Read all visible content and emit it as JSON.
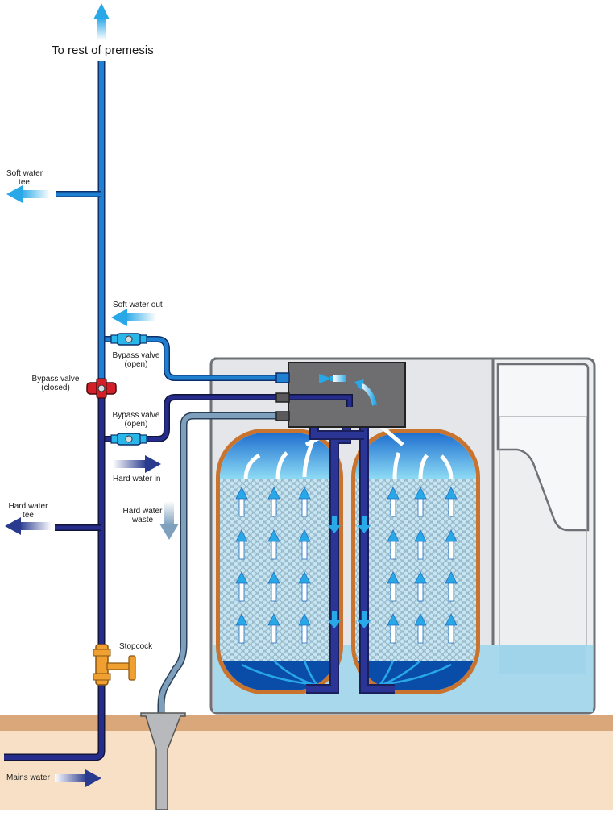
{
  "labels": {
    "rest_of_premises": "To rest of premesis",
    "soft_water_tee_1": "Soft water",
    "soft_water_tee_2": "tee",
    "soft_water_out": "Soft water out",
    "bypass_open_top_1": "Bypass valve",
    "bypass_open_top_2": "(open)",
    "bypass_closed_1": "Bypass valve",
    "bypass_closed_2": "(closed)",
    "bypass_open_bottom_1": "Bypass valve",
    "bypass_open_bottom_2": "(open)",
    "hard_water_in": "Hard water in",
    "hard_water_waste_1": "Hard water",
    "hard_water_waste_2": "waste",
    "hard_water_tee_1": "Hard water",
    "hard_water_tee_2": "tee",
    "stopcock": "Stopcock",
    "mains_water": "Mains water"
  },
  "colors": {
    "soft_pipe": "#1f7fd0",
    "hard_pipe": "#252c8c",
    "waste_pipe": "#6b8fb0",
    "valve_open": "#29b6e8",
    "valve_closed": "#d41f2a",
    "stopcock": "#f0a030",
    "ground": "#d9a77a",
    "soil": "#f7e0c6",
    "cabinet": "#e4e6e9",
    "brine": "#a8d8ec",
    "tank_shell": "#c8742e",
    "control_head": "#6e6e70"
  }
}
